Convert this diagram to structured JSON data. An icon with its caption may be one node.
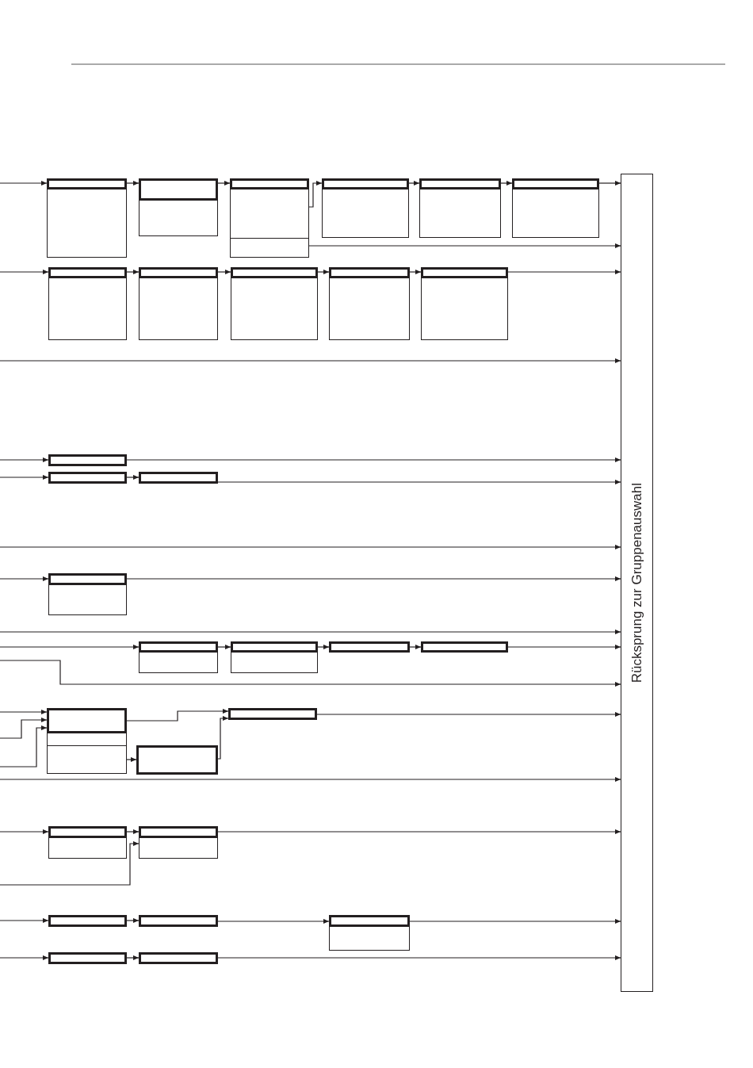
{
  "diagram": {
    "nodes": [
      {
        "text": [],
        "shape": "box"
      },
      {
        "text": [],
        "shape": "box"
      },
      {
        "text": [],
        "shape": "box"
      },
      {
        "text": [],
        "shape": "box"
      },
      {
        "text": [],
        "shape": "box"
      },
      {
        "text": [],
        "shape": "box"
      },
      {
        "text": [],
        "shape": "box"
      },
      {
        "text": [],
        "shape": "box"
      },
      {
        "text": [],
        "shape": "box"
      },
      {
        "text": [],
        "shape": "box"
      },
      {
        "text": [],
        "shape": "box"
      },
      {
        "text": [],
        "shape": "box"
      },
      {
        "text": [],
        "shape": "box"
      },
      {
        "text": [],
        "shape": "box"
      },
      {
        "text": [],
        "shape": "box"
      },
      {
        "text": [],
        "shape": "box"
      },
      {
        "text": [],
        "shape": "box"
      },
      {
        "text": [],
        "shape": "box"
      },
      {
        "text": [],
        "shape": "box"
      },
      {
        "text": [],
        "shape": "box"
      },
      {
        "text": [],
        "shape": "box"
      },
      {
        "text": [],
        "shape": "box"
      },
      {
        "text": [],
        "shape": "box"
      },
      {
        "text": [],
        "shape": "box"
      },
      {
        "text": [],
        "shape": "box"
      },
      {
        "text": [],
        "shape": "box"
      },
      {
        "text": [],
        "shape": "box"
      },
      {
        "text": [],
        "shape": "box"
      },
      {
        "text": [],
        "shape": "box"
      },
      {
        "text": [
          "Rücksprung zur Gruppenauswahl"
        ]
      }
    ],
    "edges": [
      {
        "from": null,
        "to": 0,
        "arrow": "to"
      },
      {
        "from": 0,
        "to": 1,
        "arrow": "to"
      },
      {
        "from": 1,
        "to": 2,
        "arrow": "to"
      },
      {
        "from": 2,
        "to": 3,
        "arrow": "to"
      },
      {
        "from": 3,
        "to": 4,
        "arrow": "to"
      },
      {
        "from": 4,
        "to": 5,
        "arrow": "to"
      },
      {
        "from": 5,
        "to": 29,
        "arrow": "to"
      },
      {
        "from": 2,
        "to": 29,
        "arrow": "to"
      },
      {
        "from": null,
        "to": 6,
        "arrow": "to"
      },
      {
        "from": 6,
        "to": 7,
        "arrow": "to"
      },
      {
        "from": 7,
        "to": 8,
        "arrow": "to"
      },
      {
        "from": 8,
        "to": 9,
        "arrow": "to"
      },
      {
        "from": 9,
        "to": 10,
        "arrow": "to"
      },
      {
        "from": 10,
        "to": 29,
        "arrow": "to"
      },
      {
        "from": null,
        "to": 29,
        "arrow": "to"
      },
      {
        "from": null,
        "to": 11,
        "arrow": "to"
      },
      {
        "from": 11,
        "to": 29,
        "arrow": "to"
      },
      {
        "from": null,
        "to": 12,
        "arrow": "to"
      },
      {
        "from": 12,
        "to": 13,
        "arrow": "to"
      },
      {
        "from": 13,
        "to": 29,
        "arrow": "to"
      },
      {
        "from": null,
        "to": 29,
        "arrow": "to"
      },
      {
        "from": null,
        "to": 14,
        "arrow": "to"
      },
      {
        "from": 14,
        "to": 29,
        "arrow": "to"
      },
      {
        "from": null,
        "to": 29,
        "arrow": "to"
      },
      {
        "from": null,
        "to": 15,
        "arrow": "to"
      },
      {
        "from": 15,
        "to": 16,
        "arrow": "to"
      },
      {
        "from": 16,
        "to": 17,
        "arrow": "to"
      },
      {
        "from": 17,
        "to": 18,
        "arrow": "to"
      },
      {
        "from": 18,
        "to": 29,
        "arrow": "to"
      },
      {
        "from": null,
        "to": 29,
        "arrow": "to"
      },
      {
        "from": null,
        "to": 19,
        "arrow": "to"
      },
      {
        "from": null,
        "to": 19,
        "arrow": "to"
      },
      {
        "from": null,
        "to": 19,
        "arrow": "to"
      },
      {
        "from": 19,
        "to": 21,
        "arrow": "to"
      },
      {
        "from": 19,
        "to": 20,
        "arrow": "to"
      },
      {
        "from": 20,
        "to": 21,
        "arrow": "to"
      },
      {
        "from": 21,
        "to": 29,
        "arrow": "to"
      },
      {
        "from": null,
        "to": 29,
        "arrow": "to"
      },
      {
        "from": null,
        "to": 22,
        "arrow": "to"
      },
      {
        "from": 22,
        "to": 23,
        "arrow": "to"
      },
      {
        "from": null,
        "to": 23,
        "arrow": "to"
      },
      {
        "from": 23,
        "to": 29,
        "arrow": "to"
      },
      {
        "from": null,
        "to": 24,
        "arrow": "to"
      },
      {
        "from": 24,
        "to": 25,
        "arrow": "to"
      },
      {
        "from": 25,
        "to": 26,
        "arrow": "to"
      },
      {
        "from": 26,
        "to": 29,
        "arrow": "to"
      },
      {
        "from": null,
        "to": 27,
        "arrow": "to"
      },
      {
        "from": 27,
        "to": 28,
        "arrow": "to"
      },
      {
        "from": 28,
        "to": 29,
        "arrow": "to"
      }
    ]
  }
}
